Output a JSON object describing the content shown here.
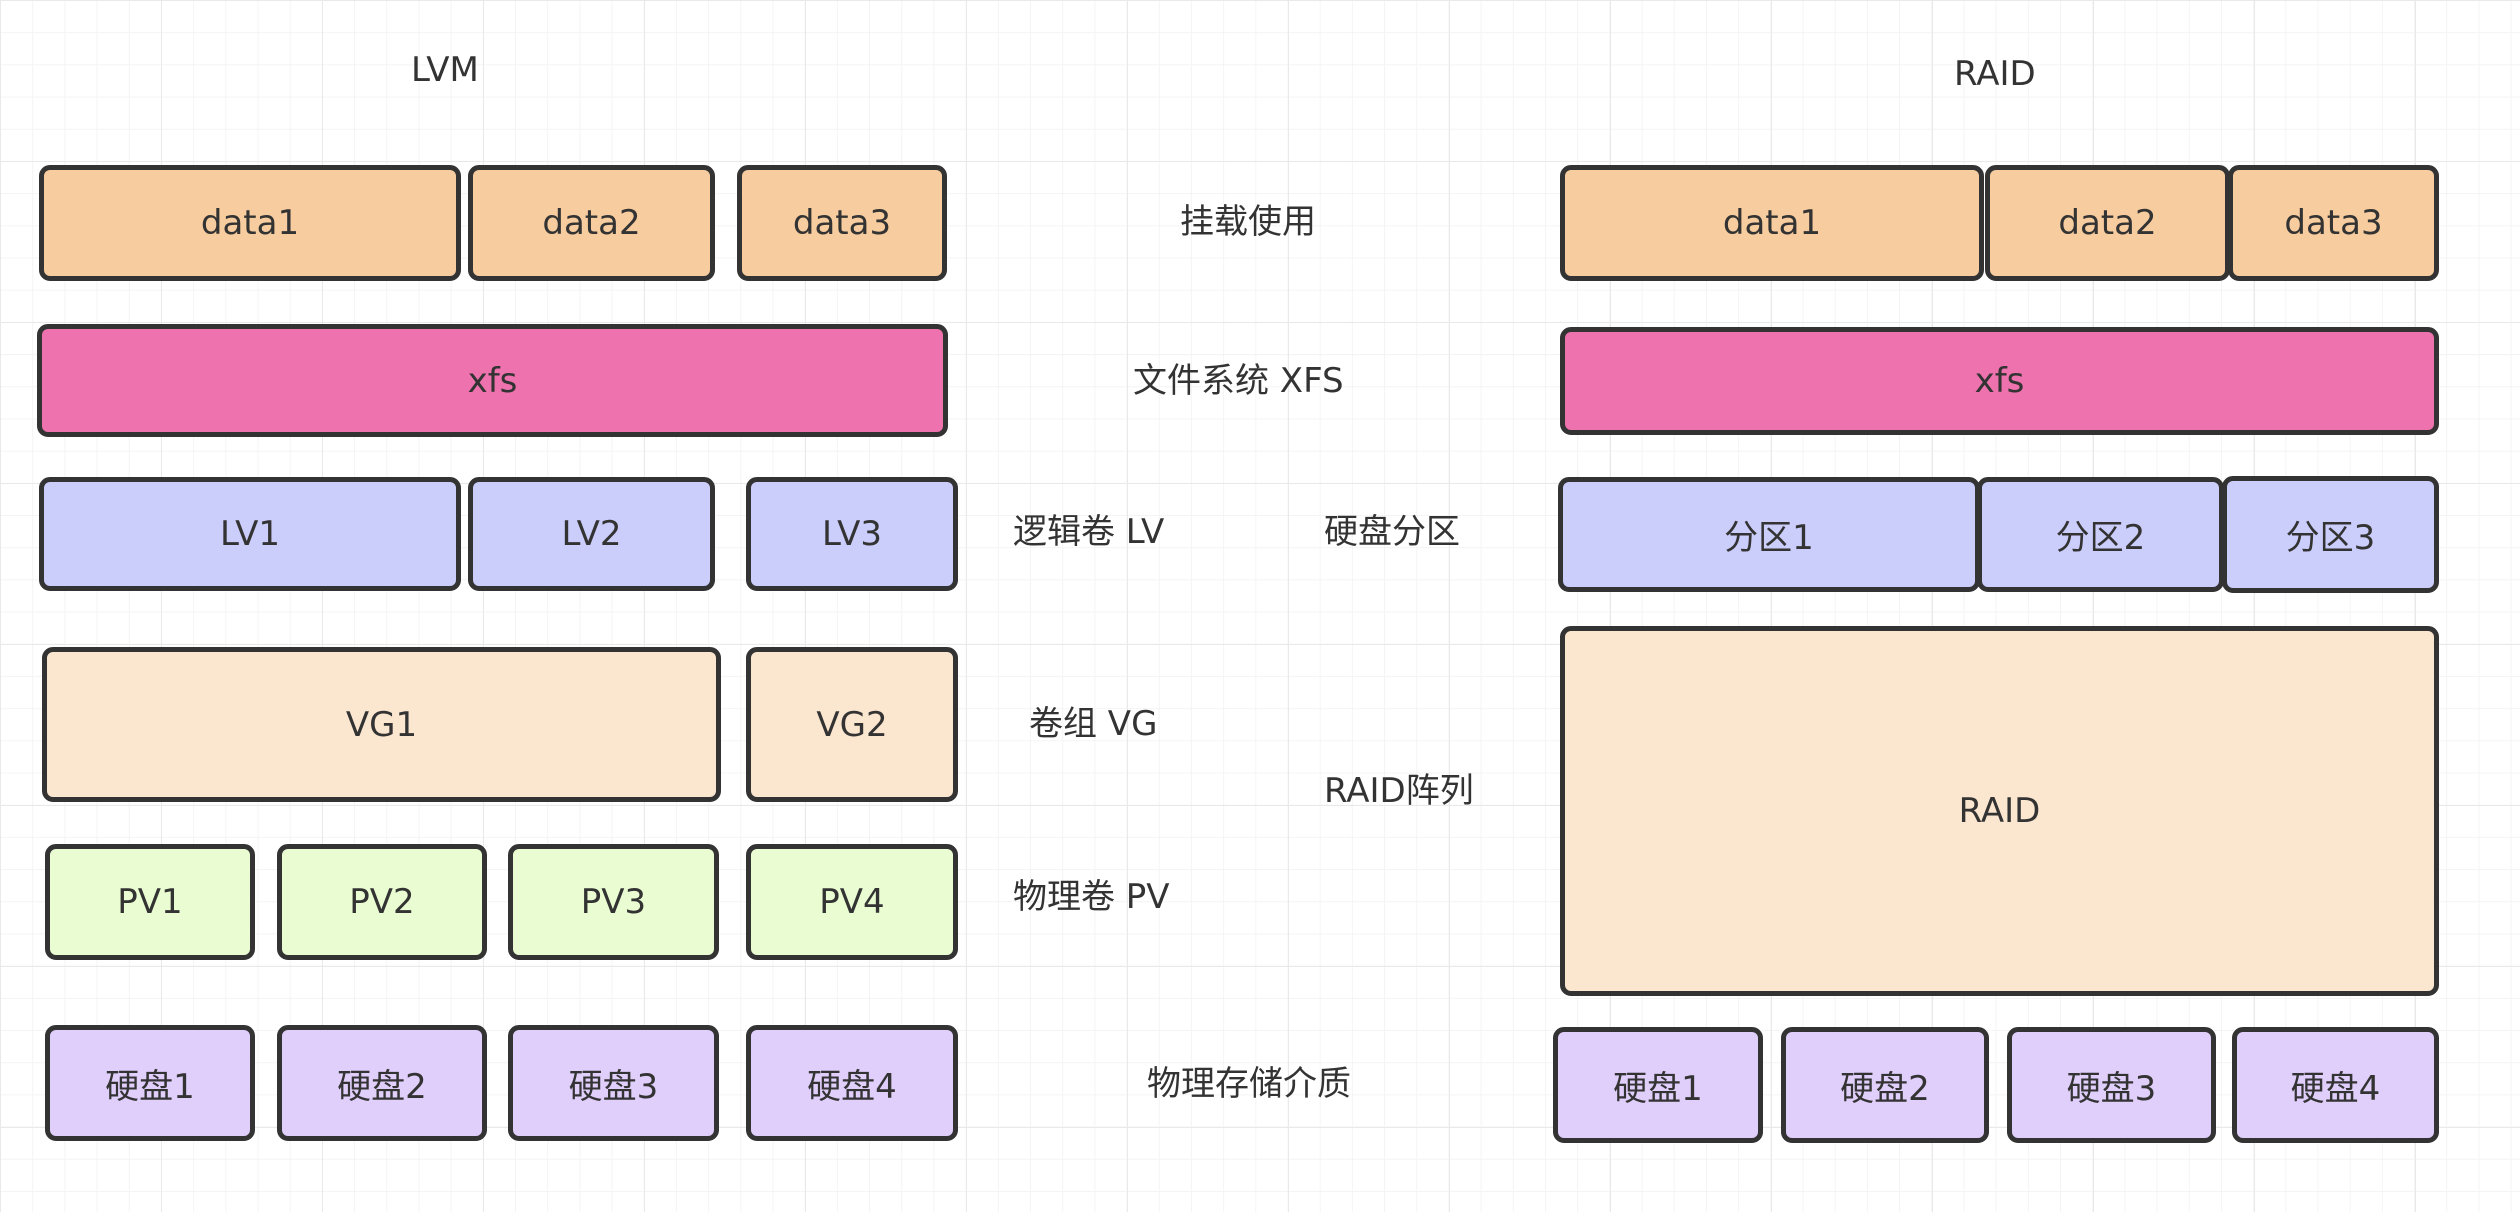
{
  "colors": {
    "mount": "#f7cc9e",
    "filesystem": "#ee72ae",
    "volume": "#cbcdfb",
    "group": "#fbe6cf",
    "physical_volume": "#eafdd2",
    "disk": "#e0cefb",
    "border": "#333333"
  },
  "lvm": {
    "title": "LVM",
    "data": [
      "data1",
      "data2",
      "data3"
    ],
    "fs": "xfs",
    "lv": [
      "LV1",
      "LV2",
      "LV3"
    ],
    "vg": [
      "VG1",
      "VG2"
    ],
    "pv": [
      "PV1",
      "PV2",
      "PV3",
      "PV4"
    ],
    "disks": [
      "硬盘1",
      "硬盘2",
      "硬盘3",
      "硬盘4"
    ]
  },
  "raid": {
    "title": "RAID",
    "data": [
      "data1",
      "data2",
      "data3"
    ],
    "fs": "xfs",
    "partitions": [
      "分区1",
      "分区2",
      "分区3"
    ],
    "array": "RAID",
    "disks": [
      "硬盘1",
      "硬盘2",
      "硬盘3",
      "硬盘4"
    ]
  },
  "layers": {
    "mount": "挂载使用",
    "filesystem": "文件系统 XFS",
    "lv": "逻辑卷 LV",
    "partition": "硬盘分区",
    "vg": "卷组 VG",
    "raid_array": "RAID阵列",
    "pv": "物理卷 PV",
    "media": "物理存储介质"
  }
}
